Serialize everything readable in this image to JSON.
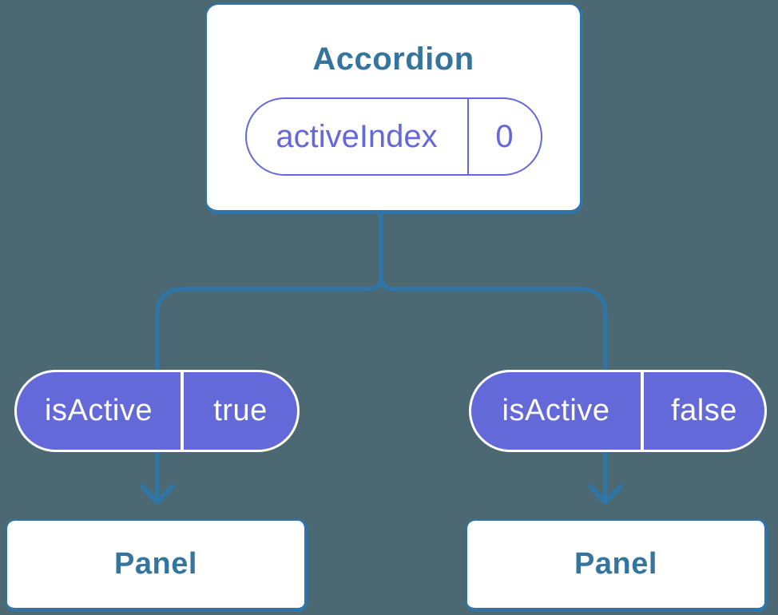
{
  "colors": {
    "background": "#4C6872",
    "line": "#2E76A9",
    "card-bg": "#FFFFFF",
    "heading-text": "#35749D",
    "purple-fill": "#6369D9",
    "purple-text": "#6568DA",
    "pill-text": "#FFFFFF"
  },
  "accordion": {
    "title": "Accordion",
    "state": {
      "name": "activeIndex",
      "value": "0"
    }
  },
  "children": [
    {
      "prop": {
        "name": "isActive",
        "value": "true"
      },
      "component": "Panel"
    },
    {
      "prop": {
        "name": "isActive",
        "value": "false"
      },
      "component": "Panel"
    }
  ]
}
